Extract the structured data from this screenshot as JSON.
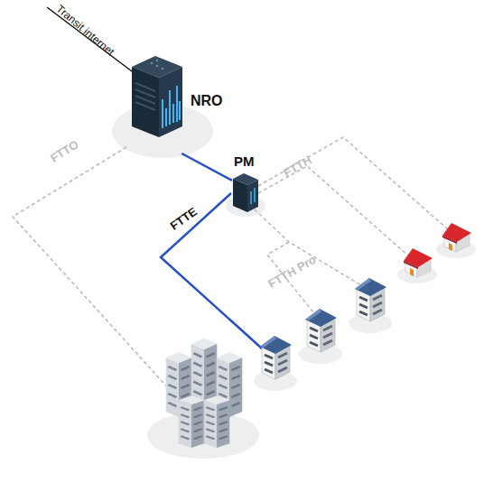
{
  "diagram": {
    "nodes": [
      {
        "text": [
          "NRO"
        ]
      },
      {
        "text": [
          "PM"
        ]
      }
    ],
    "edges": [
      {
        "from": 0,
        "to": 1,
        "arrow": "none"
      }
    ],
    "labels": [
      "Transit internet",
      "FTTO",
      "FTTH",
      "FTTH Pro",
      "FTTE"
    ]
  }
}
